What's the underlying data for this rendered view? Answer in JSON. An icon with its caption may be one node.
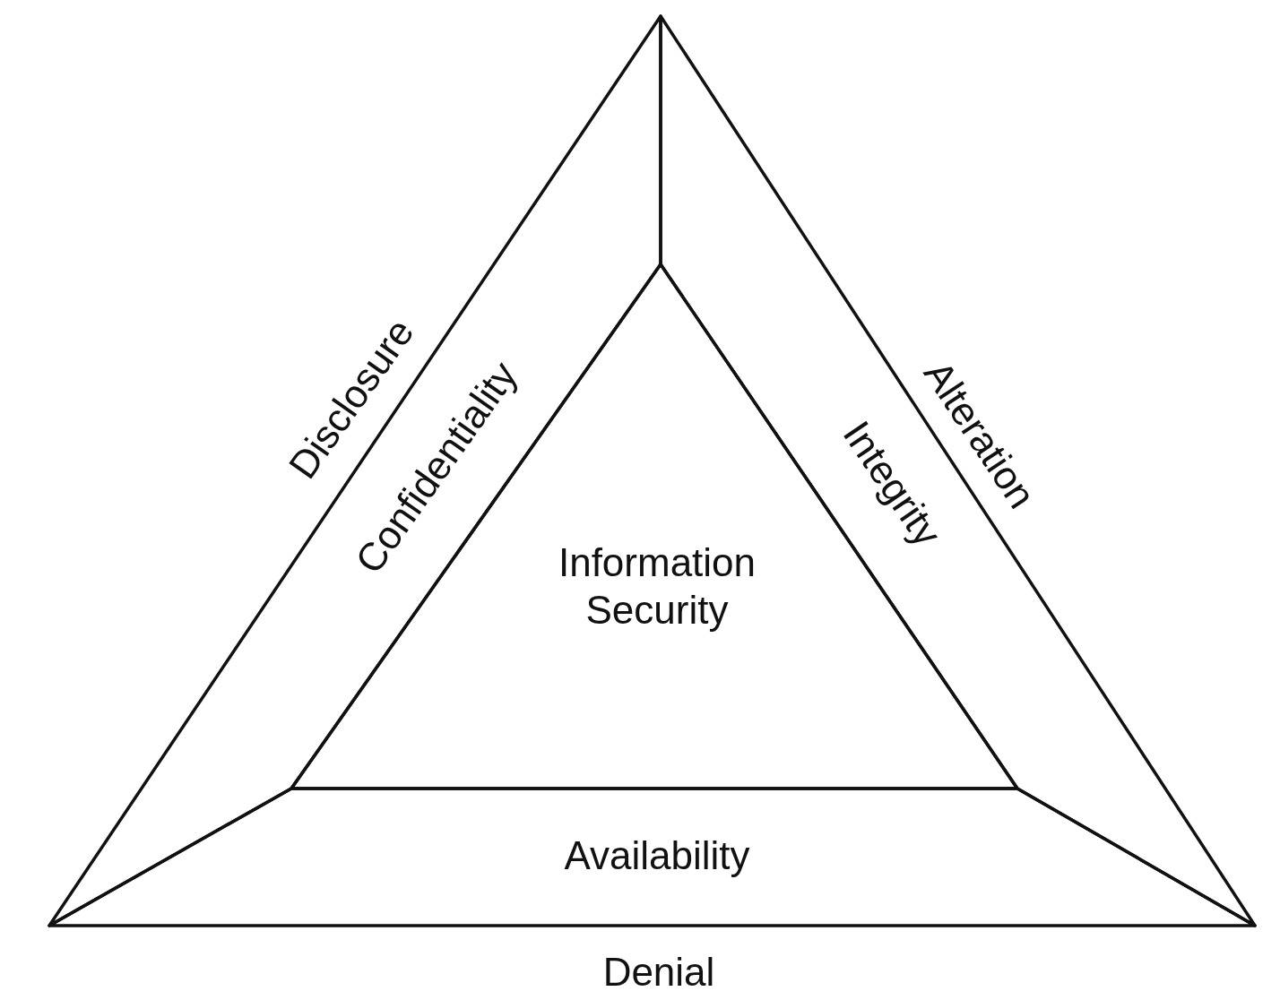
{
  "diagram": {
    "nodes": [
      {
        "text": [
          "Confidentiality"
        ]
      },
      {
        "text": [
          "Integrity"
        ]
      },
      {
        "text": [
          "Information Security"
        ]
      },
      {
        "text": [
          "Availability"
        ]
      }
    ],
    "labels": [
      "Disclosure",
      "Alteration",
      "Denial"
    ]
  }
}
